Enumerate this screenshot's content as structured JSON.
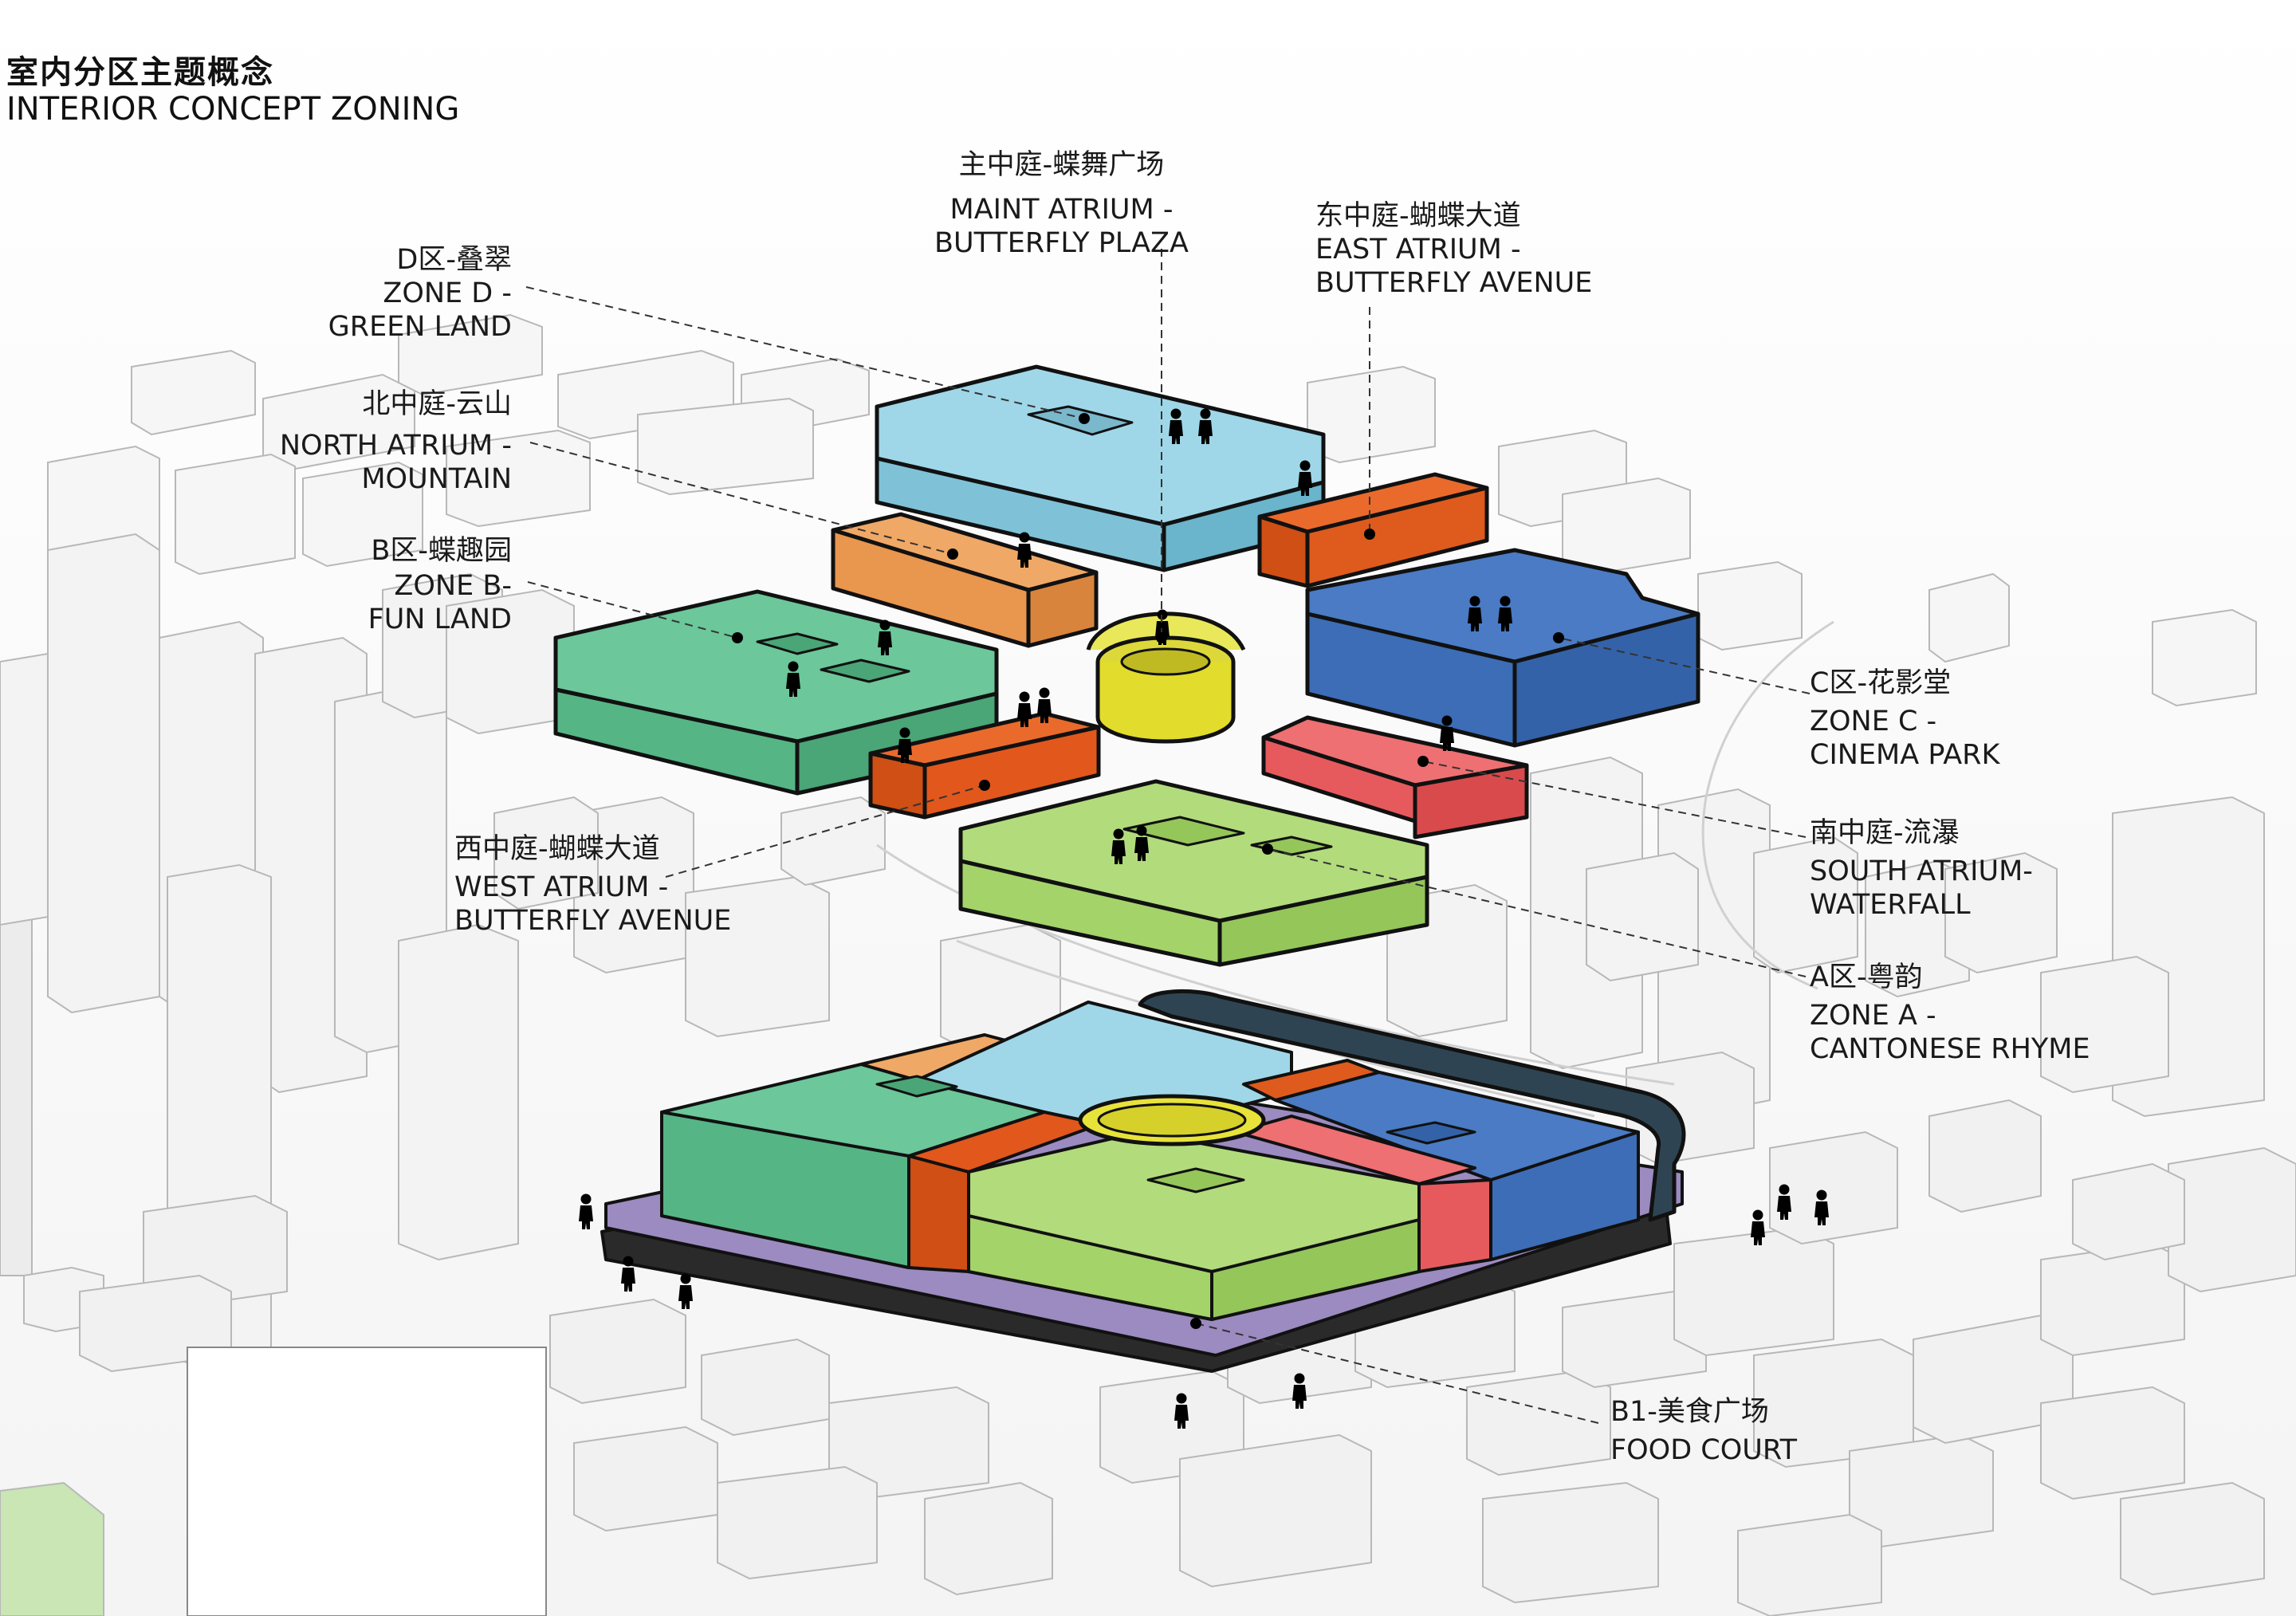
{
  "title": {
    "cn": "室内分区主题概念",
    "en": "INTERIOR CONCEPT ZONING"
  },
  "labels": {
    "maint_atrium": {
      "cn": "主中庭-蝶舞广场",
      "en1": "MAINT ATRIUM -",
      "en2": "BUTTERFLY PLAZA"
    },
    "east_atrium": {
      "cn": "东中庭-蝴蝶大道",
      "en1": "EAST ATRIUM -",
      "en2": "BUTTERFLY AVENUE"
    },
    "zone_d": {
      "cn": "D区-叠翠",
      "en1": "ZONE D -",
      "en2": "GREEN LAND"
    },
    "north_atrium": {
      "cn": "北中庭-云山",
      "en1": "NORTH ATRIUM -",
      "en2": "MOUNTAIN"
    },
    "zone_b": {
      "cn": "B区-蝶趣园",
      "en1": "ZONE B-",
      "en2": "FUN LAND"
    },
    "zone_c": {
      "cn": "C区-花影堂",
      "en1": "ZONE C -",
      "en2": "CINEMA PARK"
    },
    "south_atrium": {
      "cn": "南中庭-流瀑",
      "en1": "SOUTH ATRIUM-",
      "en2": "WATERFALL"
    },
    "west_atrium": {
      "cn": "西中庭-蝴蝶大道",
      "en1": "WEST ATRIUM -",
      "en2": "BUTTERFLY AVENUE"
    },
    "zone_a": {
      "cn": "A区-粤韵",
      "en1": "ZONE A -",
      "en2": "CANTONESE RHYME"
    },
    "food_court": {
      "cn": "B1-美食广场",
      "en1": "FOOD COURT"
    }
  },
  "colors": {
    "zone_d": "#8ecfe0",
    "north_atrium": "#e9964f",
    "zone_b": "#5fbf8d",
    "west_atrium": "#e2571c",
    "main_atrium": "#e8e33a",
    "east_atrium": "#de5b1d",
    "zone_c": "#3c6db6",
    "south_atrium": "#e65a5d",
    "zone_a": "#a4d36a",
    "food_court": "#9b8bc0",
    "ring": "#2f4452",
    "buildings": "#f1f1f1",
    "outline": "#111111"
  },
  "icons": [
    "pedestrian-icon"
  ]
}
